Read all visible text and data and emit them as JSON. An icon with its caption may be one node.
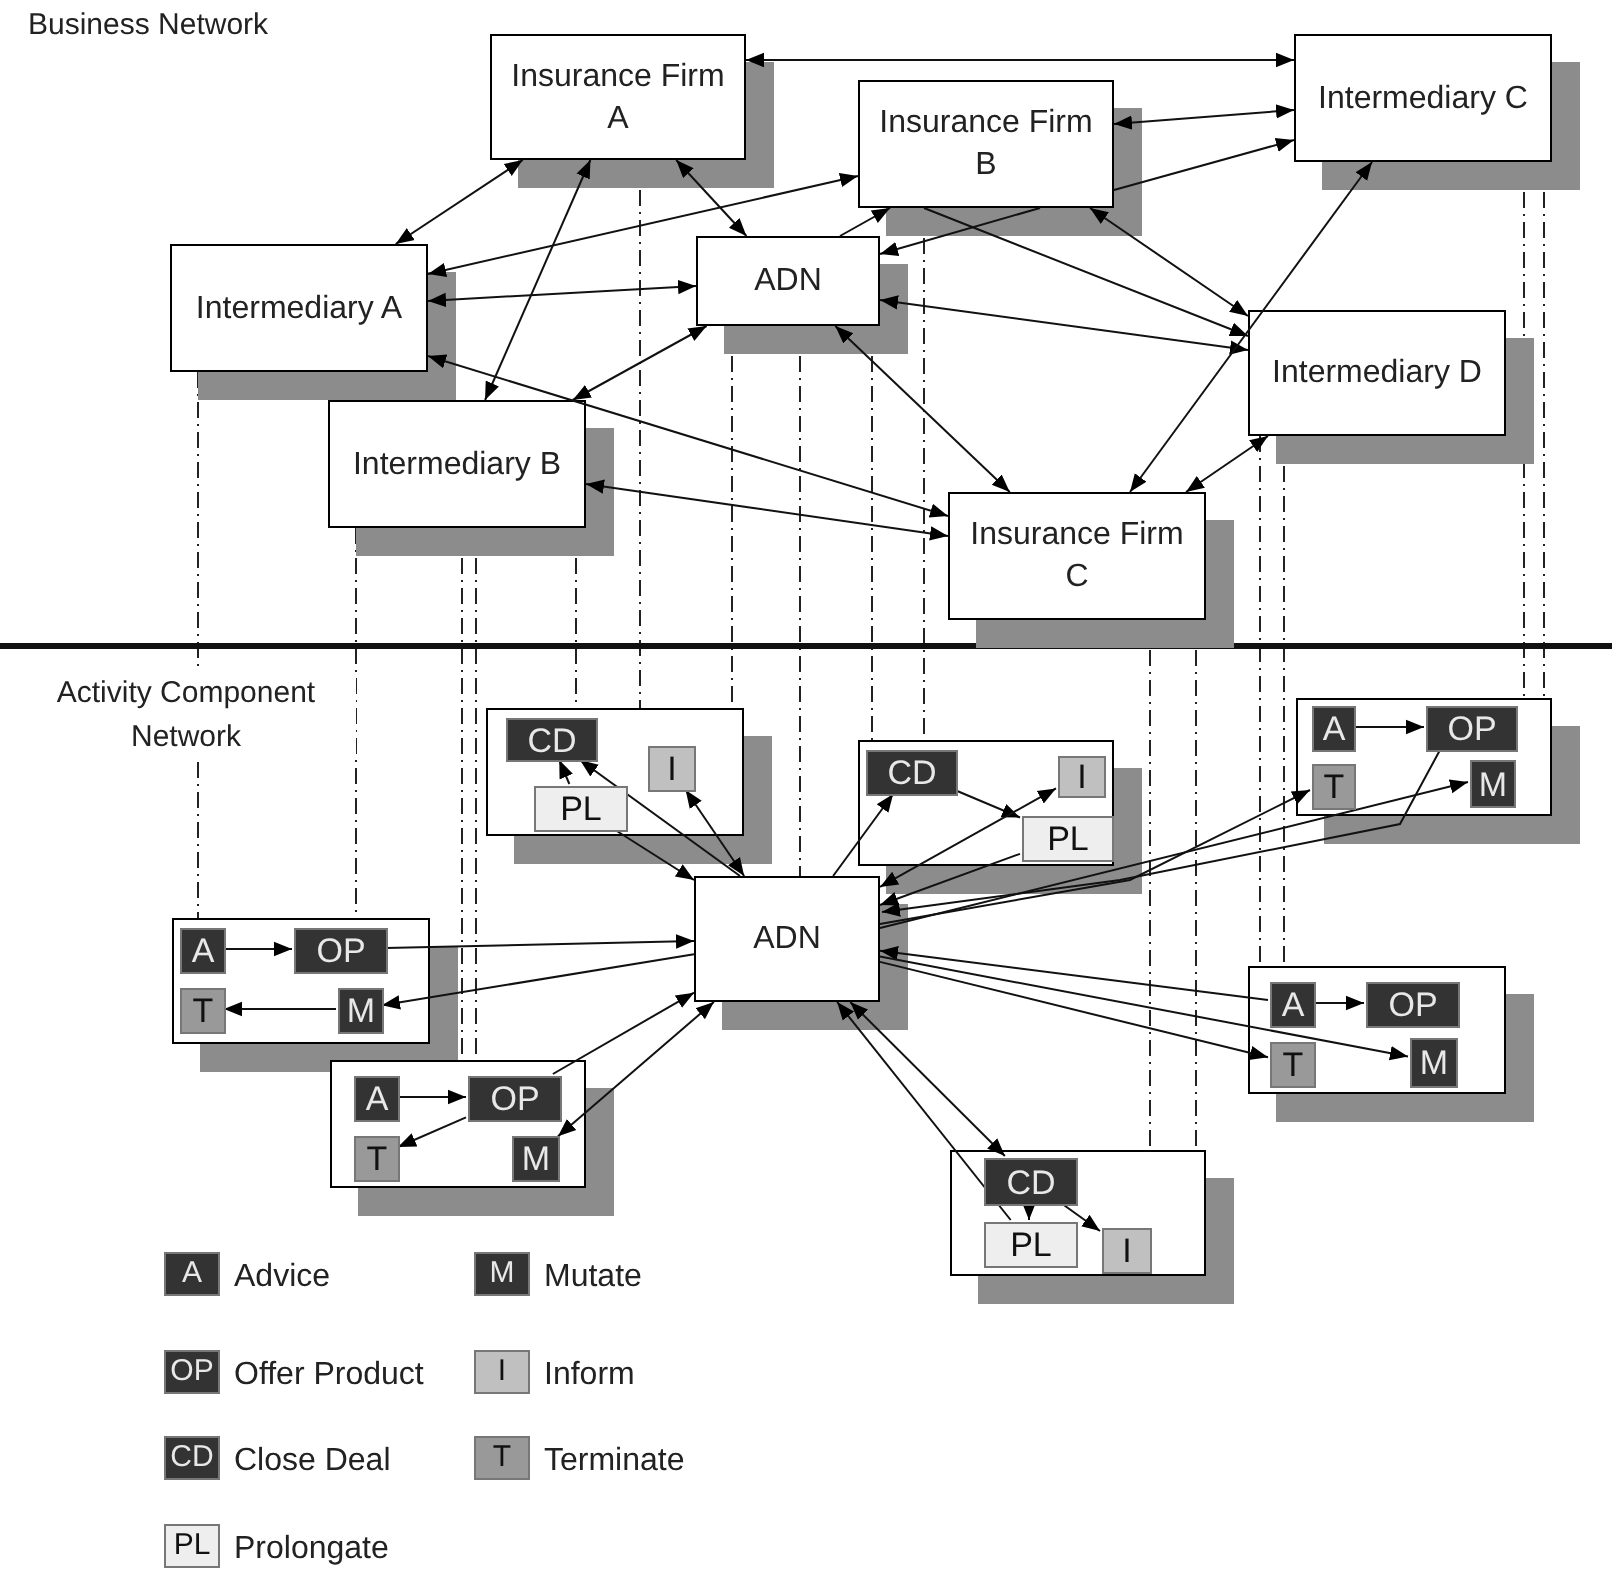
{
  "diagram": {
    "nodes": [
      {
        "text": [
          "Insurance Firm A"
        ]
      },
      {
        "text": [
          "Insurance Firm B"
        ]
      },
      {
        "text": [
          "Intermediary C"
        ]
      },
      {
        "text": [
          "Intermediary A"
        ]
      },
      {
        "text": [
          "ADN"
        ]
      },
      {
        "text": [
          "Intermediary D"
        ]
      },
      {
        "text": [
          "Intermediary B"
        ]
      },
      {
        "text": [
          "Insurance Firm C"
        ]
      },
      {
        "text": [],
        "shape": "box"
      },
      {
        "text": [
          "CD"
        ],
        "in": 8
      },
      {
        "text": [
          "PL"
        ],
        "in": 8
      },
      {
        "text": [
          "I"
        ],
        "in": 8
      },
      {
        "text": [],
        "shape": "box"
      },
      {
        "text": [
          "CD"
        ],
        "in": 12
      },
      {
        "text": [
          "I"
        ],
        "in": 12
      },
      {
        "text": [
          "PL"
        ],
        "in": 12
      },
      {
        "text": [],
        "shape": "box"
      },
      {
        "text": [
          "A"
        ],
        "in": 16
      },
      {
        "text": [
          "OP"
        ],
        "in": 16
      },
      {
        "text": [
          "T"
        ],
        "in": 16
      },
      {
        "text": [
          "M"
        ],
        "in": 16
      },
      {
        "text": [],
        "shape": "box"
      },
      {
        "text": [
          "A"
        ],
        "in": 21
      },
      {
        "text": [
          "OP"
        ],
        "in": 21
      },
      {
        "text": [
          "T"
        ],
        "in": 21
      },
      {
        "text": [
          "M"
        ],
        "in": 21
      },
      {
        "text": [
          "ADN"
        ]
      },
      {
        "text": [],
        "shape": "box"
      },
      {
        "text": [
          "A"
        ],
        "in": 27
      },
      {
        "text": [
          "OP"
        ],
        "in": 27
      },
      {
        "text": [
          "T"
        ],
        "in": 27
      },
      {
        "text": [
          "M"
        ],
        "in": 27
      },
      {
        "text": [],
        "shape": "box"
      },
      {
        "text": [
          "A"
        ],
        "in": 32
      },
      {
        "text": [
          "OP"
        ],
        "in": 32
      },
      {
        "text": [
          "T"
        ],
        "in": 32
      },
      {
        "text": [
          "M"
        ],
        "in": 32
      },
      {
        "text": [],
        "shape": "box"
      },
      {
        "text": [
          "CD"
        ],
        "in": 37
      },
      {
        "text": [
          "PL"
        ],
        "in": 37
      },
      {
        "text": [
          "I"
        ],
        "in": 37
      }
    ],
    "edges": [
      {
        "from": 0,
        "to": 3,
        "arrow": "both"
      },
      {
        "from": 0,
        "to": 6,
        "arrow": "both"
      },
      {
        "from": 0,
        "to": 4,
        "arrow": "both"
      },
      {
        "from": 0,
        "to": 2,
        "arrow": "both"
      },
      {
        "from": 1,
        "to": 2,
        "arrow": "both"
      },
      {
        "from": 1,
        "to": 2,
        "arrow": "to"
      },
      {
        "from": 3,
        "to": 1,
        "arrow": "both"
      },
      {
        "from": 3,
        "to": 4,
        "arrow": "both"
      },
      {
        "from": 3,
        "to": 7,
        "arrow": "both"
      },
      {
        "from": 6,
        "to": 7,
        "arrow": "both"
      },
      {
        "from": 6,
        "to": 4,
        "arrow": "both"
      },
      {
        "from": 4,
        "to": 1,
        "arrow": "to"
      },
      {
        "from": 1,
        "to": 4,
        "arrow": "to"
      },
      {
        "from": 4,
        "to": 5,
        "arrow": "both"
      },
      {
        "from": 4,
        "to": 7,
        "arrow": "both"
      },
      {
        "from": 1,
        "to": 5,
        "arrow": "both"
      },
      {
        "from": 1,
        "to": 5,
        "arrow": "to"
      },
      {
        "from": 7,
        "to": 2,
        "arrow": "both"
      },
      {
        "from": 5,
        "to": 7,
        "arrow": "both"
      },
      {
        "from": 10,
        "to": 9,
        "arrow": "to"
      },
      {
        "from": 26,
        "to": 9,
        "arrow": "to"
      },
      {
        "from": 10,
        "to": 26,
        "arrow": "to"
      },
      {
        "from": 11,
        "to": 26,
        "arrow": "both"
      },
      {
        "from": 26,
        "to": 13,
        "arrow": "to"
      },
      {
        "from": 13,
        "to": 15,
        "arrow": "to"
      },
      {
        "from": 26,
        "to": 14,
        "arrow": "both"
      },
      {
        "from": 15,
        "to": 26,
        "arrow": "to"
      },
      {
        "from": 17,
        "to": 18,
        "arrow": "to"
      },
      {
        "from": 18,
        "to": 26,
        "arrow": "to"
      },
      {
        "from": 26,
        "to": 19,
        "arrow": "to"
      },
      {
        "from": 26,
        "to": 20,
        "arrow": "to"
      },
      {
        "from": 22,
        "to": 23,
        "arrow": "to"
      },
      {
        "from": 23,
        "to": 26,
        "arrow": "to"
      },
      {
        "from": 26,
        "to": 25,
        "arrow": "to"
      },
      {
        "from": 25,
        "to": 24,
        "arrow": "to"
      },
      {
        "from": 28,
        "to": 29,
        "arrow": "to"
      },
      {
        "from": 28,
        "to": 26,
        "arrow": "to"
      },
      {
        "from": 26,
        "to": 30,
        "arrow": "to"
      },
      {
        "from": 26,
        "to": 31,
        "arrow": "to"
      },
      {
        "from": 33,
        "to": 34,
        "arrow": "to"
      },
      {
        "from": 34,
        "to": 35,
        "arrow": "to"
      },
      {
        "from": 34,
        "to": 26,
        "arrow": "to"
      },
      {
        "from": 26,
        "to": 36,
        "arrow": "both"
      },
      {
        "from": 38,
        "to": 26,
        "arrow": "both"
      },
      {
        "from": 39,
        "to": 26,
        "arrow": "to"
      },
      {
        "from": 38,
        "to": 39,
        "arrow": "to"
      },
      {
        "from": 38,
        "to": 40,
        "arrow": "to"
      },
      {
        "from": 3,
        "to": 21,
        "arrow": "none",
        "style": "dashed"
      },
      {
        "from": 6,
        "to": 21,
        "arrow": "none",
        "style": "dashed"
      },
      {
        "from": 6,
        "to": 32,
        "arrow": "none",
        "style": "dashed"
      },
      {
        "from": 6,
        "to": 32,
        "arrow": "none",
        "style": "dashed"
      },
      {
        "from": 0,
        "to": 8,
        "arrow": "none",
        "style": "dashed"
      },
      {
        "from": 6,
        "to": 8,
        "arrow": "none",
        "style": "dashed"
      },
      {
        "from": 4,
        "to": 26,
        "arrow": "none",
        "style": "dashed"
      },
      {
        "from": 4,
        "to": 8,
        "arrow": "none",
        "style": "dashed"
      },
      {
        "from": 4,
        "to": 12,
        "arrow": "none",
        "style": "dashed"
      },
      {
        "from": 1,
        "to": 12,
        "arrow": "none",
        "style": "dashed"
      },
      {
        "from": 7,
        "to": 37,
        "arrow": "none",
        "style": "dashed"
      },
      {
        "from": 7,
        "to": 37,
        "arrow": "none",
        "style": "dashed"
      },
      {
        "from": 5,
        "to": 27,
        "arrow": "none",
        "style": "dashed"
      },
      {
        "from": 5,
        "to": 27,
        "arrow": "none",
        "style": "dashed"
      },
      {
        "from": 2,
        "to": 16,
        "arrow": "none",
        "style": "dashed"
      },
      {
        "from": 2,
        "to": 16,
        "arrow": "none",
        "style": "dashed"
      }
    ],
    "labels": [
      "Business Network",
      "Activity Component Network",
      "A",
      "M",
      "OP",
      "I",
      "CD",
      "T",
      "PL"
    ],
    "legend": [
      {
        "text": "Advice",
        "color": "#333333"
      },
      {
        "text": "Mutate",
        "color": "#333333"
      },
      {
        "text": "Offer Product",
        "color": "#333333"
      },
      {
        "text": "Inform",
        "color": "#c0c0c0"
      },
      {
        "text": "Close Deal",
        "color": "#333333"
      },
      {
        "text": "Terminate",
        "color": "#999999"
      },
      {
        "text": "Prolongate",
        "color": "#eeeeee"
      }
    ]
  }
}
